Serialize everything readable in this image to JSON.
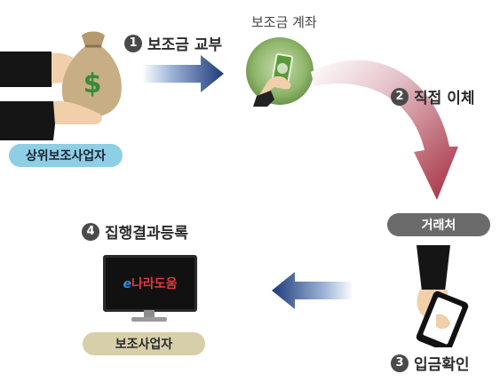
{
  "step1": {
    "num": "1",
    "label": "보조금 교부"
  },
  "account_caption": "보조금 계좌",
  "step2": {
    "num": "2",
    "label": "직접 이체"
  },
  "step3": {
    "num": "3",
    "label": "입금확인"
  },
  "step4": {
    "num": "4",
    "label": "집행결과등록"
  },
  "upper_org": "상위보조사업자",
  "vendor": "거래처",
  "sub_org": "보조사업자",
  "monitor": {
    "e": "e",
    "rest": "나라도움"
  },
  "money_bag_symbol": "$",
  "colors": {
    "pill_blue": "#8ecfe6",
    "pill_gray": "#6b6b6b",
    "pill_khaki": "#d7ceaa",
    "arrow_blue_dark": "#1e3a7a",
    "arrow_red": "#a32a3c",
    "coin_green": "#7fa65a"
  },
  "icons": [
    "hand-giving-money-bag-icon",
    "coin-in-hand-icon",
    "curved-arrow-icon",
    "hand-holding-phone-icon",
    "monitor-icon"
  ]
}
